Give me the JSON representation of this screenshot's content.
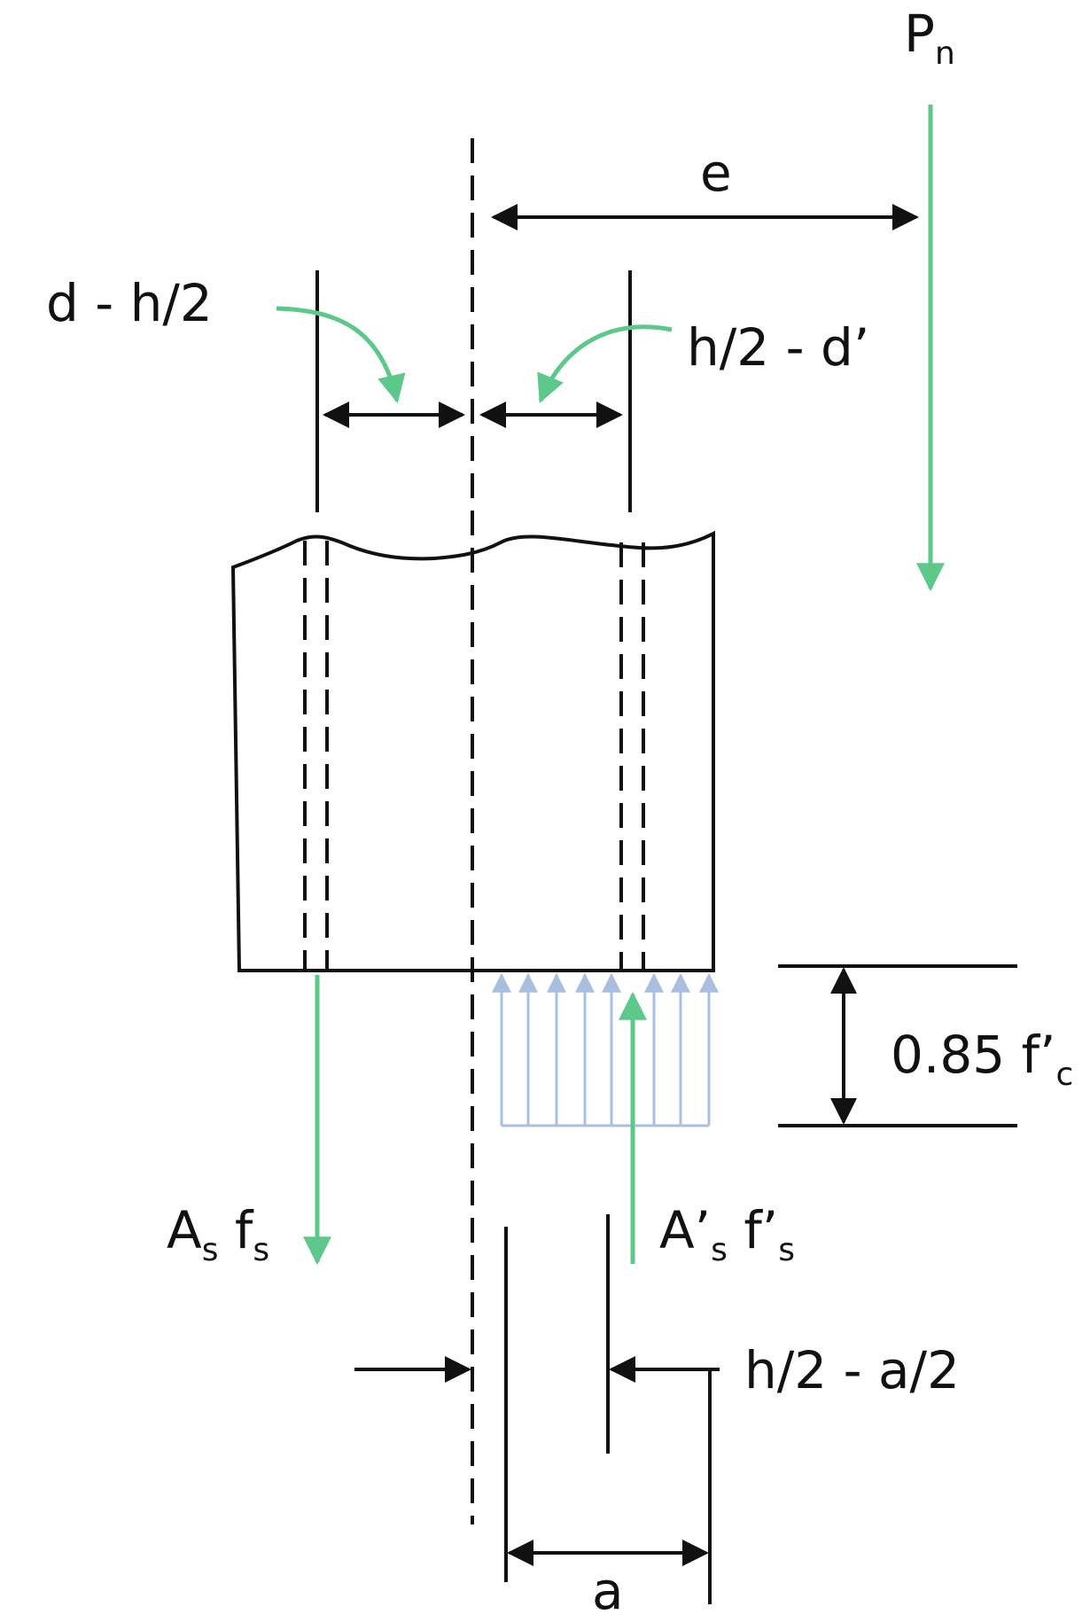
{
  "labels": {
    "pn_main": "P",
    "pn_sub": "n",
    "e": "e",
    "d_minus_h2": "d - h/2",
    "h2_minus_dprime": "h/2 - d’",
    "fc_main": "0.85 f’",
    "fc_sub": "c",
    "asfs_a": "A",
    "asfs_s1": "s",
    "asfs_f": " f",
    "asfs_s2": "s",
    "aprime_a": "A’",
    "aprime_s1": "s",
    "aprime_f": " f’",
    "aprime_s2": "s",
    "h2_minus_a2": "h/2 - a/2",
    "a": "a"
  },
  "colors": {
    "line": "#111111",
    "force_arrow": "#5cc98a",
    "stress_block": "#a9bfe0",
    "background": "#ffffff"
  }
}
